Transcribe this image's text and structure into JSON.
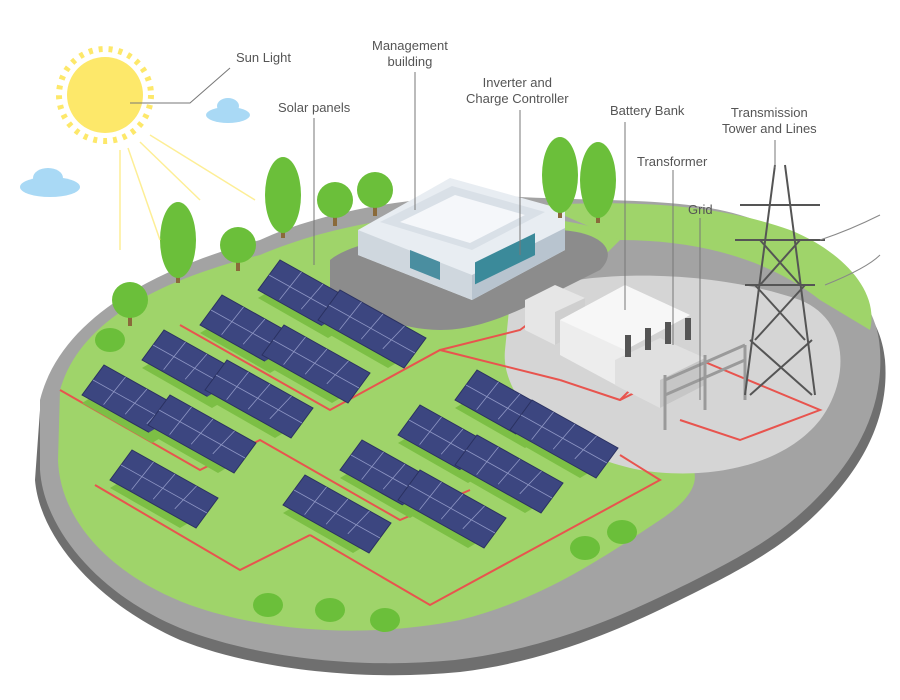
{
  "labels": {
    "sun_light": "Sun Light",
    "solar_panels": "Solar panels",
    "management_building": [
      "Management",
      "building"
    ],
    "inverter": [
      "Inverter and",
      "Charge Controller"
    ],
    "battery_bank": "Battery Bank",
    "transformer": "Transformer",
    "grid": "Grid",
    "transmission": [
      "Transmission",
      "Tower and Lines"
    ]
  },
  "colors": {
    "grass": "#9fd46a",
    "grass_dark": "#7cbf45",
    "road": "#9a9a9a",
    "road_dark": "#6f6f6f",
    "panel": "#3c4680",
    "panel_line": "#8e96c4",
    "cable": "#e8544e",
    "tree": "#6bbf3a",
    "sun": "#fde86a",
    "sky_cloud": "#a9d9f5",
    "leader": "#777777"
  },
  "icons": [
    "sun-icon",
    "cloud-icon",
    "tree-icon",
    "solar-panel-icon",
    "building-icon",
    "battery-icon",
    "transformer-icon",
    "transmission-tower-icon"
  ]
}
